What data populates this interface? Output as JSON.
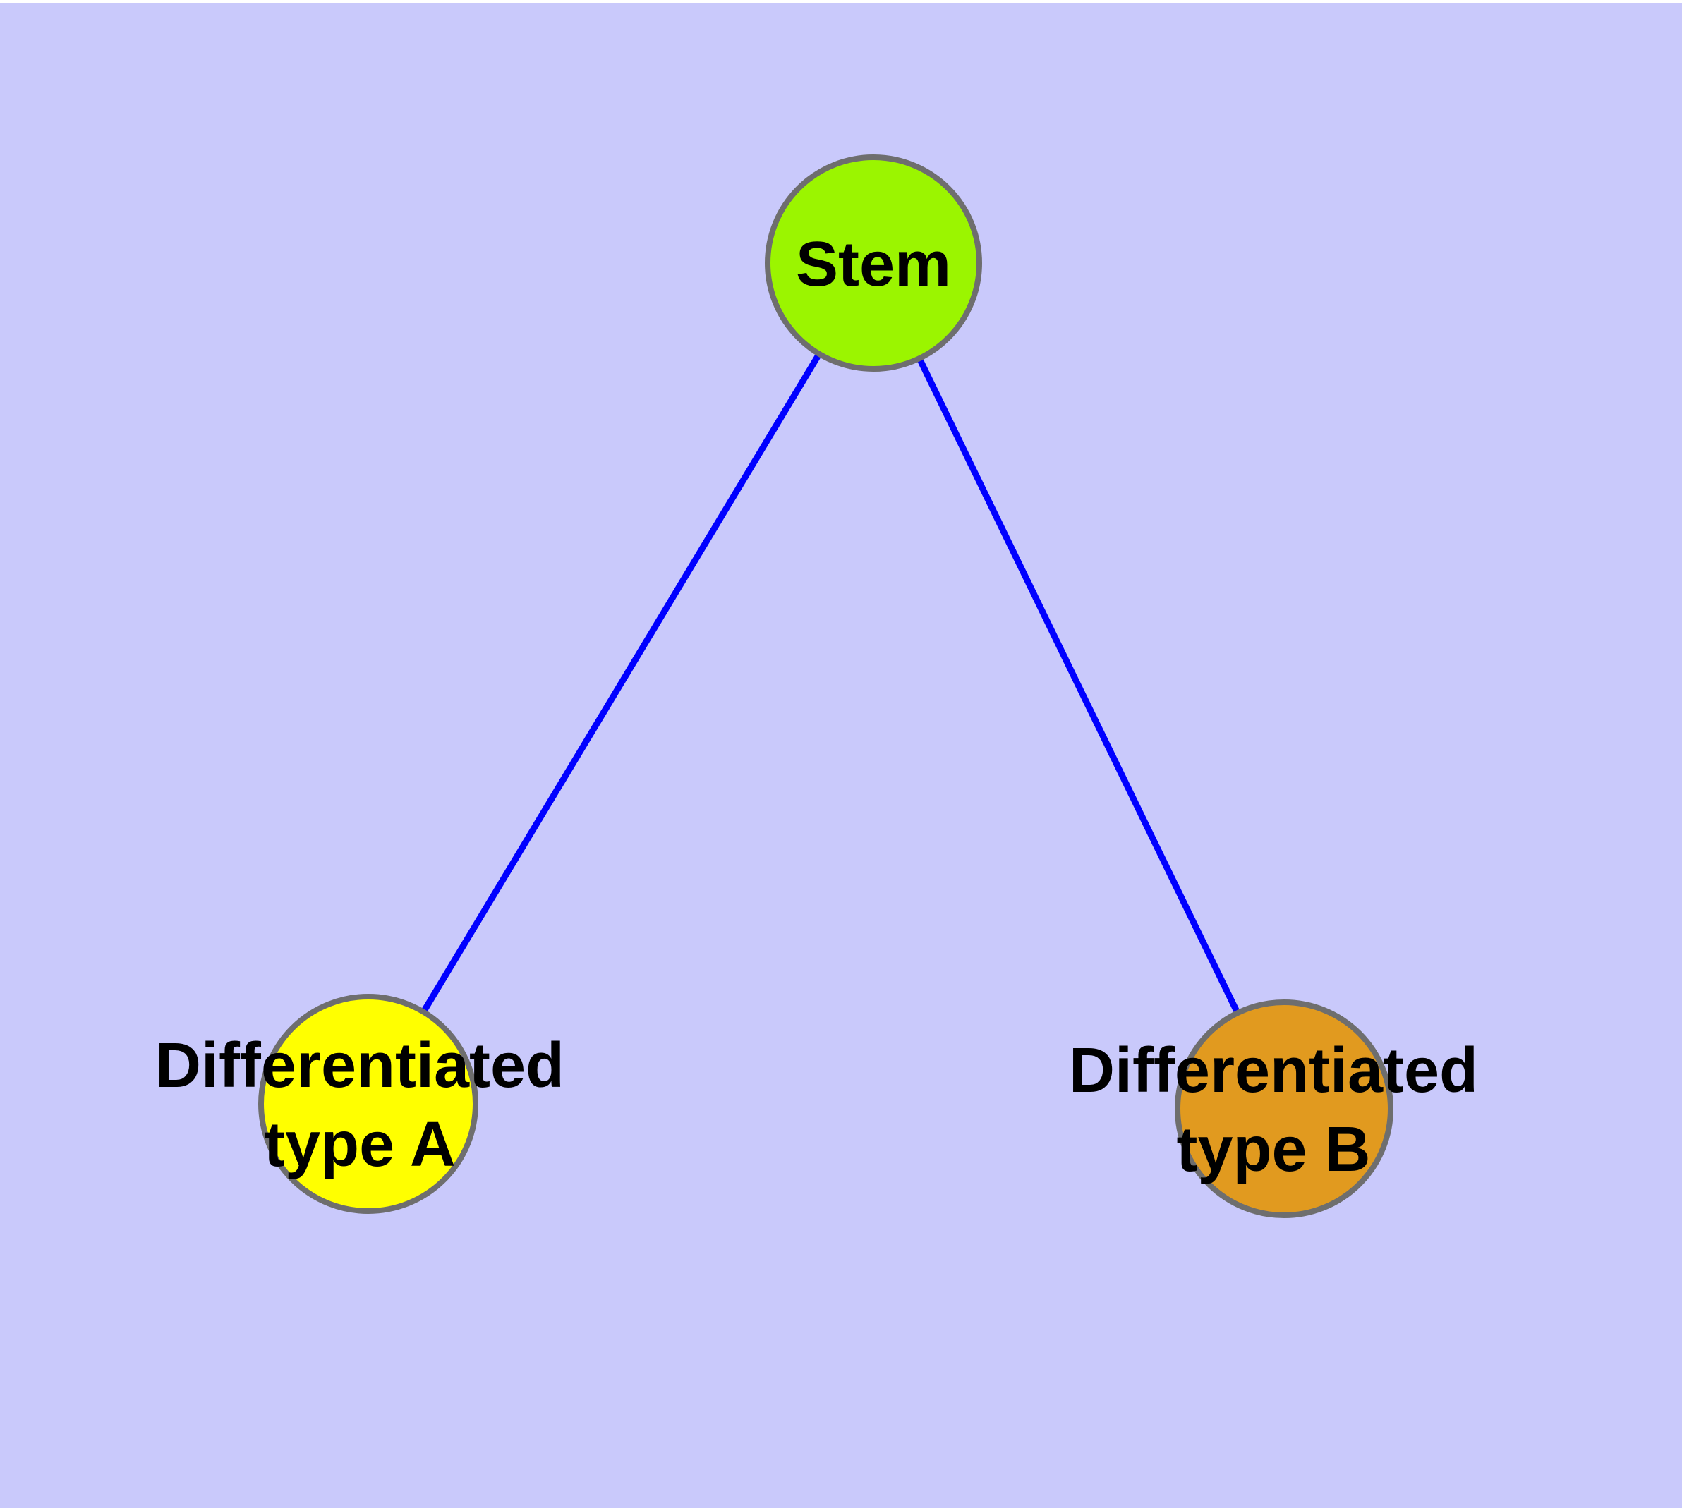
{
  "diagram": {
    "type": "node-link-graph",
    "background_color": "#C9C9FB",
    "top_margin_color": "#FFFFFF",
    "node_border_color": "#6E6E6E",
    "edge_color": "#0000FF",
    "label_color": "#000000",
    "nodes": [
      {
        "id": "stem",
        "label": "Stem",
        "color": "#9BF500"
      },
      {
        "id": "differentiated-type-a",
        "label": "Differentiated type A",
        "label_line1": "Differentiated",
        "label_line2": "type A",
        "color": "#FFFF00"
      },
      {
        "id": "differentiated-type-b",
        "label": "Differentiated type B",
        "label_line1": "Differentiated",
        "label_line2": "type B",
        "color": "#E19A1F"
      }
    ],
    "edges": [
      {
        "from": "Stem",
        "to": "Differentiated type A"
      },
      {
        "from": "Stem",
        "to": "Differentiated type B"
      }
    ]
  }
}
